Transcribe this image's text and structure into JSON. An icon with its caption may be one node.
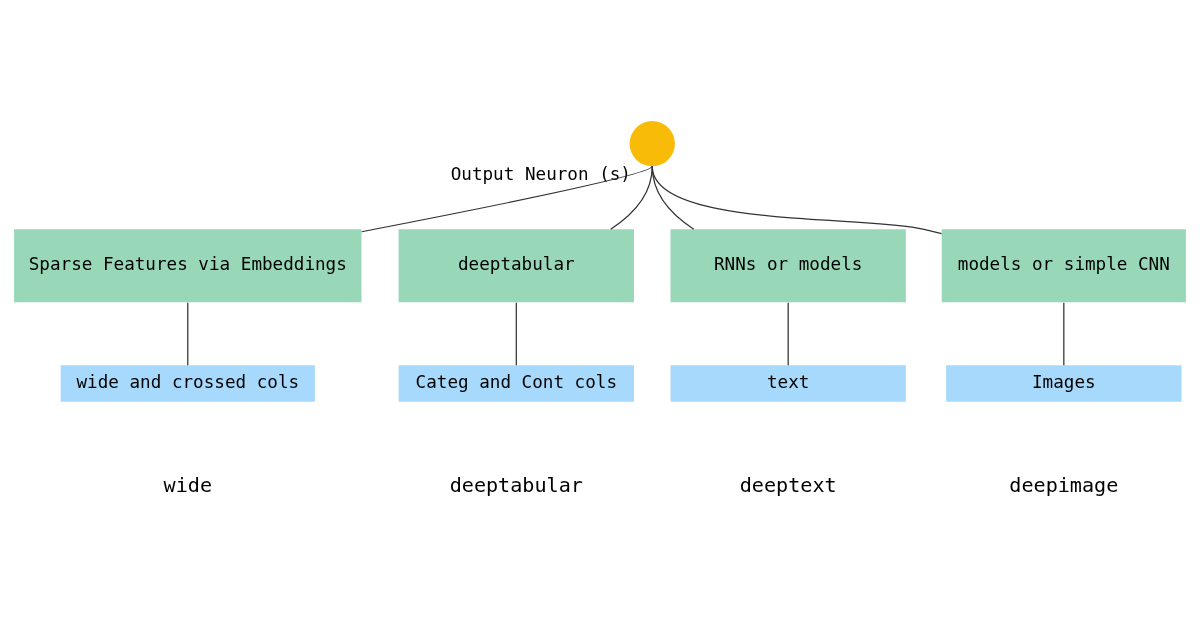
{
  "diagram": {
    "nodes": [
      {
        "text": [
          "Output Neuron (s)"
        ]
      },
      {
        "text": [
          "Sparse Features via Embeddings"
        ]
      },
      {
        "text": [
          "deeptabular"
        ]
      },
      {
        "text": [
          "RNNs or models"
        ]
      },
      {
        "text": [
          "models or simple CNN"
        ]
      },
      {
        "text": [
          "wide and crossed cols"
        ]
      },
      {
        "text": [
          "Categ and Cont cols"
        ]
      },
      {
        "text": [
          "text"
        ]
      },
      {
        "text": [
          "Images"
        ]
      }
    ],
    "edges": [
      {
        "from": 1,
        "to": 0,
        "arrow": "none"
      },
      {
        "from": 2,
        "to": 0,
        "arrow": "none"
      },
      {
        "from": 3,
        "to": 0,
        "arrow": "none"
      },
      {
        "from": 4,
        "to": 0,
        "arrow": "none"
      },
      {
        "from": 5,
        "to": 1,
        "arrow": "none"
      },
      {
        "from": 6,
        "to": 2,
        "arrow": "none"
      },
      {
        "from": 7,
        "to": 3,
        "arrow": "none"
      },
      {
        "from": 8,
        "to": 4,
        "arrow": "none"
      }
    ],
    "labels": [
      "wide",
      "deeptabular",
      "deeptext",
      "deepimage"
    ]
  }
}
